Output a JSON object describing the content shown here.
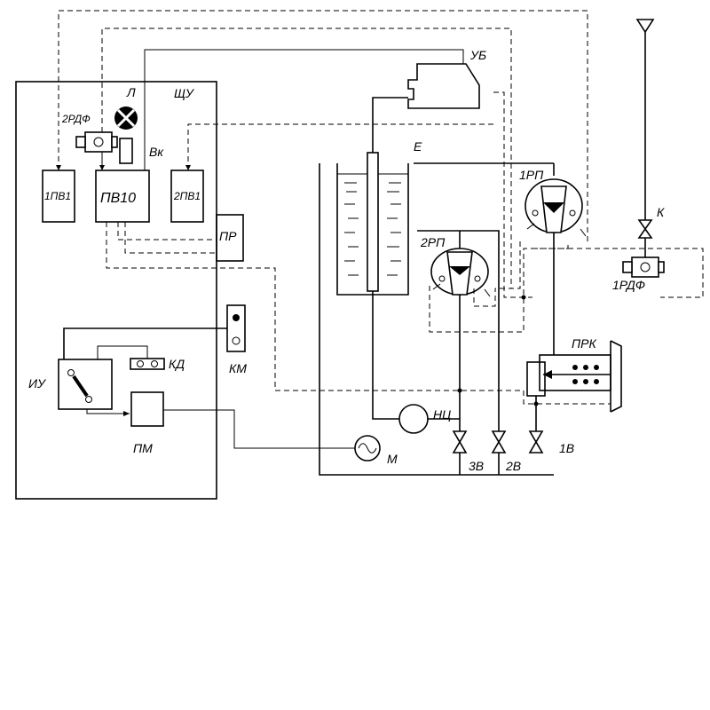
{
  "labels": {
    "shchu": "ЩУ",
    "lamp": "Л",
    "rdf2": "2РДФ",
    "vk": "Вк",
    "pv1_1": "1ПВ1",
    "pv10": "ПВ10",
    "pv1_2": "2ПВ1",
    "pr": "ПР",
    "km": "КМ",
    "iu": "ИУ",
    "kd": "КД",
    "pm": "ПМ",
    "ub": "УБ",
    "tank": "Е",
    "rp1": "1РП",
    "rp2": "2РП",
    "valve_k": "К",
    "rdf1": "1РДФ",
    "prk": "ПРК",
    "pump": "НЦ",
    "motor": "М",
    "v3": "3В",
    "v2": "2В",
    "v1": "1В"
  }
}
